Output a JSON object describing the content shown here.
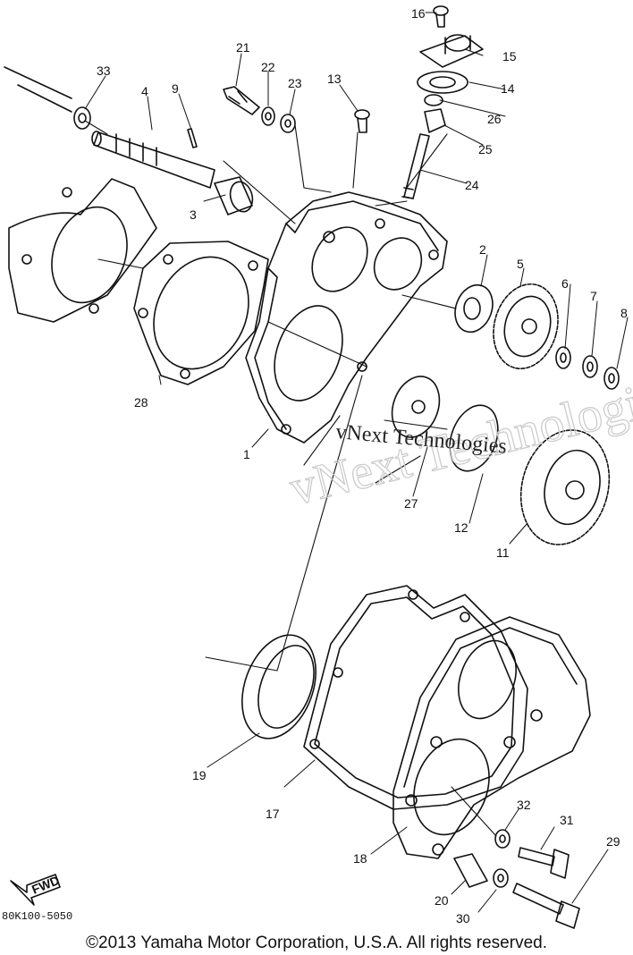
{
  "diagram": {
    "part_numbers": [
      "1",
      "2",
      "3",
      "4",
      "5",
      "6",
      "7",
      "8",
      "9",
      "11",
      "12",
      "13",
      "14",
      "15",
      "16",
      "17",
      "18",
      "19",
      "20",
      "21",
      "22",
      "23",
      "24",
      "25",
      "26",
      "27",
      "28",
      "29",
      "30",
      "31",
      "32",
      "33"
    ],
    "fwd_label": "FWD",
    "diagram_code": "80K100-5050",
    "copyright": "©2013 Yamaha Motor Corporation, U.S.A. All rights reserved.",
    "watermark_1": "vNext Technologies",
    "watermark_2": "vNext Technologies",
    "colors": {
      "ink": "#111111",
      "watermark": "#c9c9c9",
      "background": "#ffffff"
    }
  }
}
